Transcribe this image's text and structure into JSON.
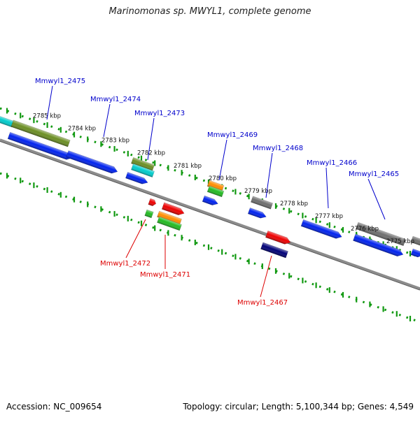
{
  "title": "Marinomonas sp. MWYL1, complete genome",
  "footer": {
    "accession": "Accession: NC_009654",
    "topology": "Topology: circular; Length: 5,100,344 bp; Genes: 4,549"
  },
  "colors": {
    "backbone": "#8c8c8c",
    "ruler_dot": "#119911",
    "forward_label": "#0000cc",
    "reverse_label": "#dd0000",
    "blue": "#0022ee",
    "olive": "#6b8e23",
    "cyan": "#00cccc",
    "orange": "#ff8c00",
    "green": "#22bb22",
    "grey": "#6e6e6e",
    "red": "#ee0000",
    "navy": "#000077"
  },
  "kbp_ticks": [
    "2785 kbp",
    "2784 kbp",
    "2783 kbp",
    "2782 kbp",
    "2781 kbp",
    "2780 kbp",
    "2779 kbp",
    "2778 kbp",
    "2777 kbp",
    "2776 kbp",
    "2775 kbp"
  ],
  "forward_genes": [
    "Mmwyl1_2475",
    "Mmwyl1_2474",
    "Mmwyl1_2473",
    "Mmwyl1_2469",
    "Mmwyl1_2468",
    "Mmwyl1_2466",
    "Mmwyl1_2465"
  ],
  "reverse_genes": [
    "Mmwyl1_2472",
    "Mmwyl1_2471",
    "Mmwyl1_2467"
  ]
}
